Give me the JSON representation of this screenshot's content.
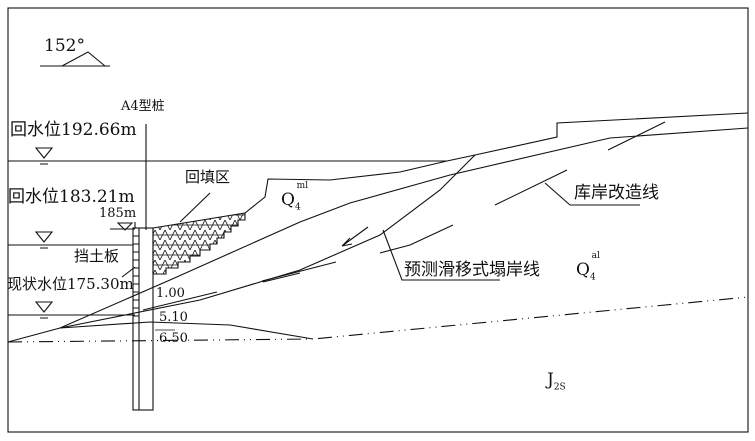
{
  "orientation": {
    "label": "152°"
  },
  "pile": {
    "label": "A4型桩"
  },
  "water_levels": [
    {
      "label": "回水位192.66m"
    },
    {
      "label": "回水位183.21m"
    },
    {
      "label": "现状水位175.30m"
    }
  ],
  "elevation_mark": "185m",
  "retaining_plate": "挡土板",
  "backfill_zone": "回填区",
  "depth_labels": [
    "1.00",
    "5.10",
    "6.50"
  ],
  "strata": {
    "fill": {
      "base": "Q",
      "sub": "4",
      "sup": "ml"
    },
    "alluvium": {
      "base": "Q",
      "sub": "4",
      "sup": "al"
    },
    "bedrock": {
      "base": "J",
      "sub": "2S"
    }
  },
  "lines": {
    "bank_reshaping": "库岸改造线",
    "predicted_collapse": "预测滑移式塌岸线"
  },
  "colors": {
    "line": "#111111",
    "background": "#ffffff"
  }
}
